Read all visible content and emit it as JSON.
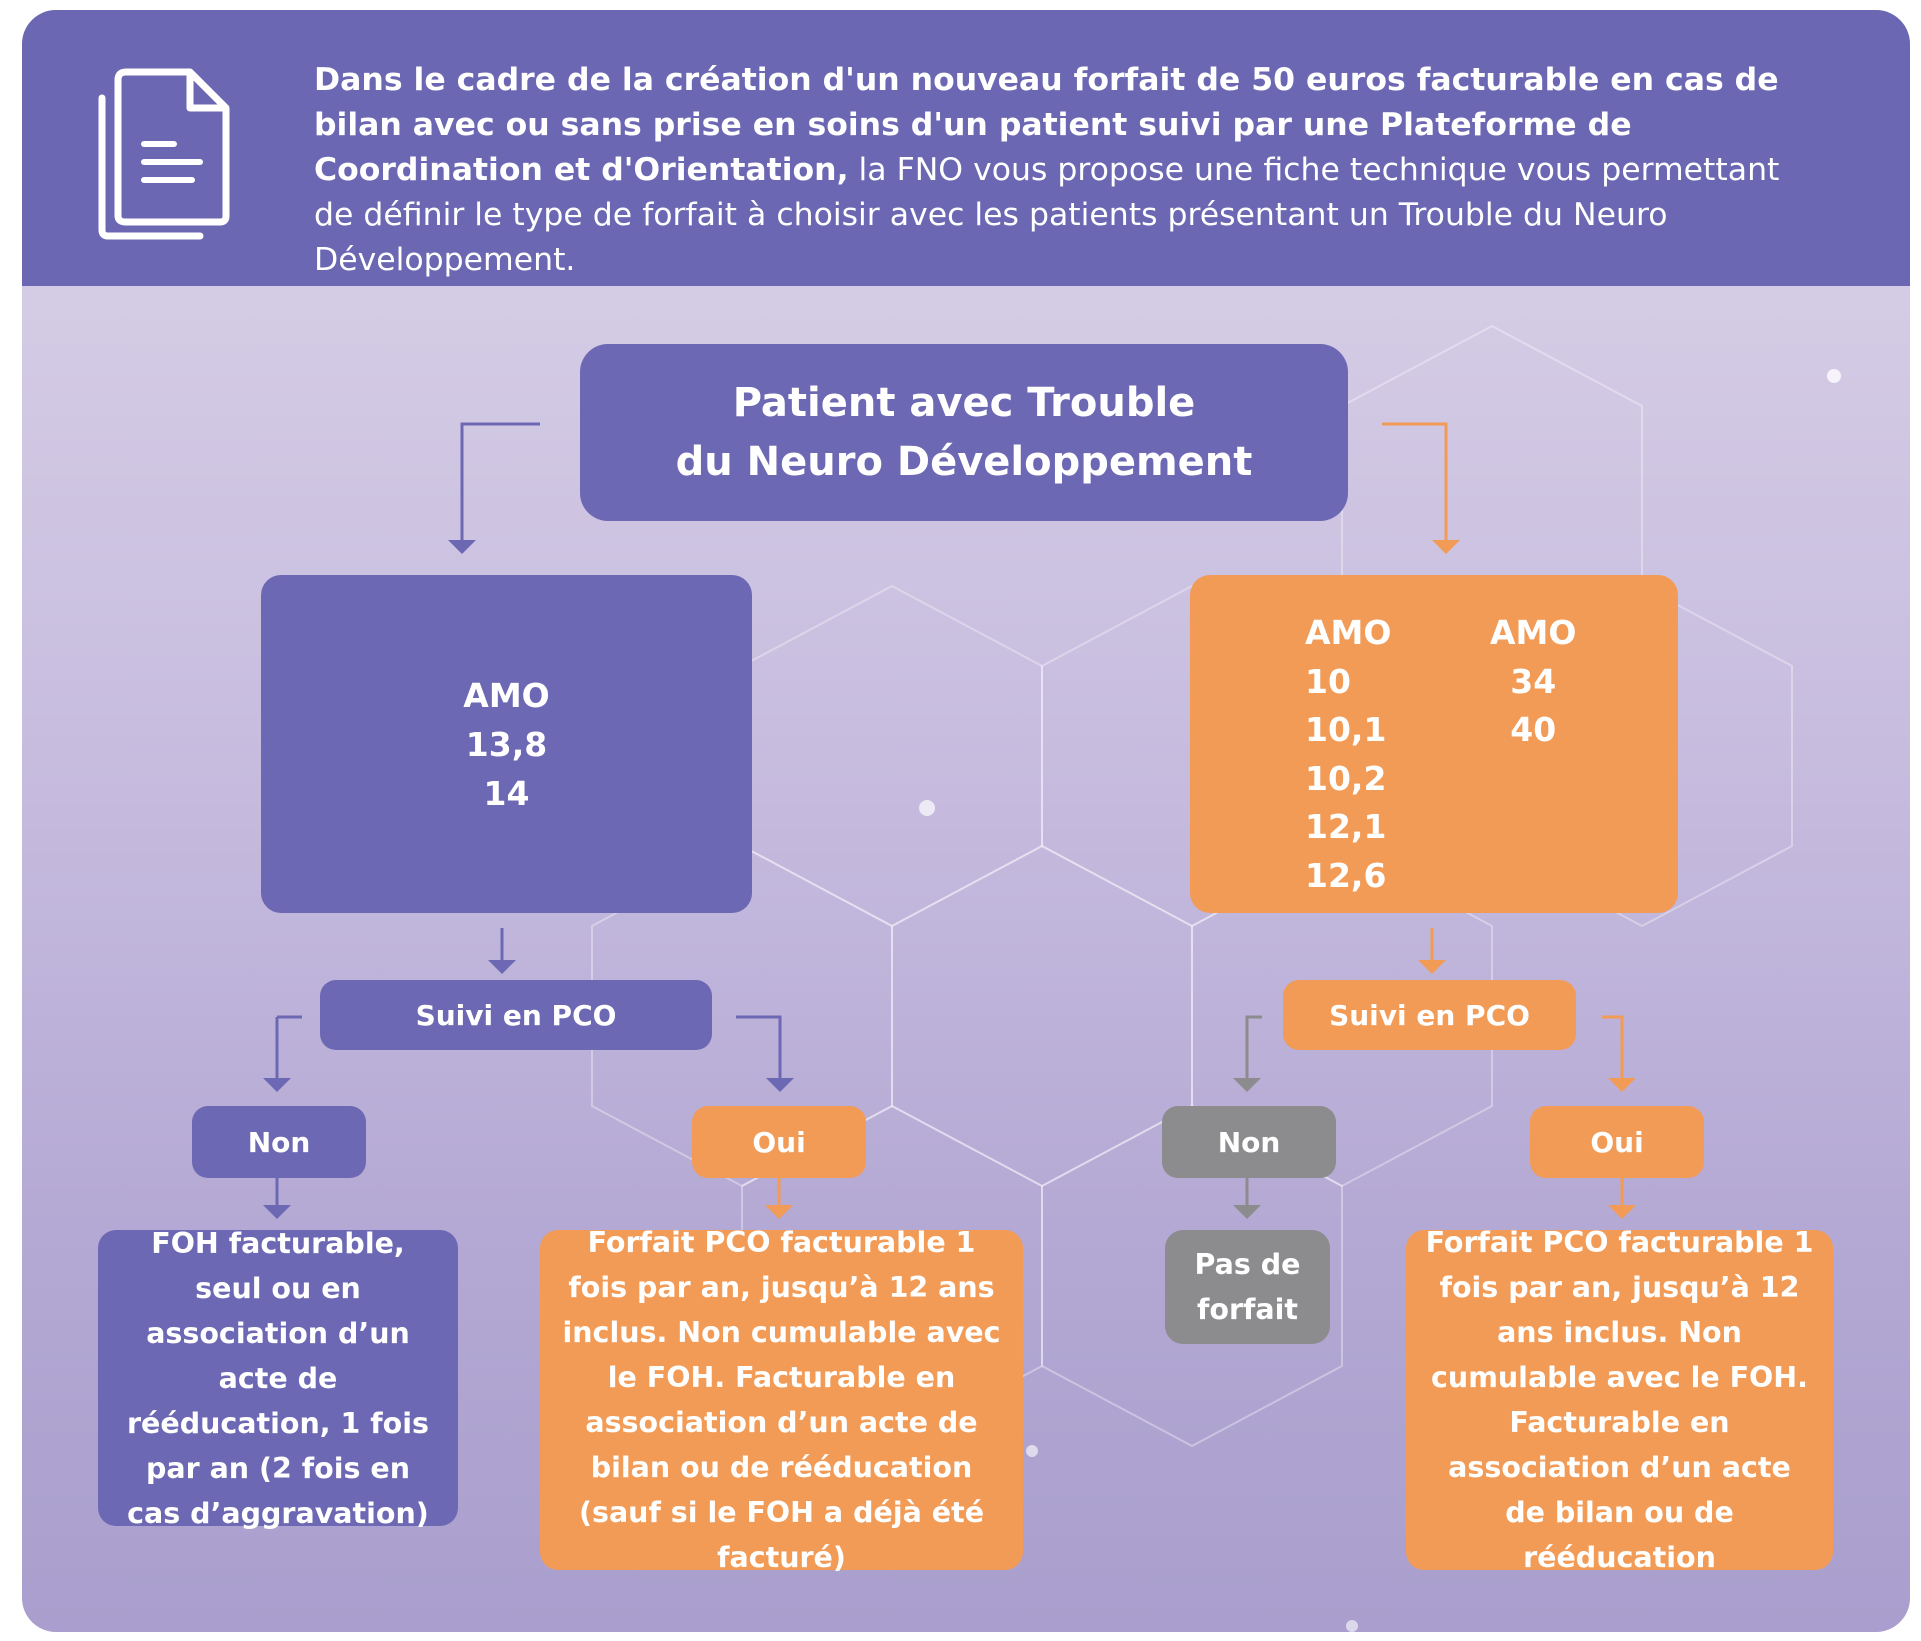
{
  "header": {
    "intro_bold": "Dans le cadre de la création d'un nouveau forfait de 50 euros facturable en cas de bilan avec ou sans prise en soins d'un patient suivi par une Plateforme de Coordination et d'Orientation,",
    "intro_regular": " la FNO vous propose une fiche technique vous permettant de définir le type de forfait à choisir avec les patients présentant un Trouble du Neuro Développement.",
    "icon": "document-icon"
  },
  "root": {
    "line1": "Patient avec Trouble",
    "line2": "du Neuro Développement"
  },
  "left": {
    "amo_title": "AMO",
    "amo_values": [
      "13,8",
      "14"
    ],
    "suivi_label": "Suivi en PCO",
    "non_label": "Non",
    "oui_label": "Oui",
    "non_result": "FOH facturable, seul ou en association d’un acte de rééducation, 1 fois par an (2 fois en cas d’aggravation)",
    "oui_result": "Forfait PCO facturable 1 fois par an, jusqu’à 12 ans inclus. Non cumulable avec le FOH. Facturable en association d’un acte de bilan ou de rééducation (sauf si le FOH a déjà été facturé)"
  },
  "right": {
    "amo_col1_title": "AMO",
    "amo_col1_values": [
      "10",
      "10,1",
      "10,2",
      "12,1",
      "12,6"
    ],
    "amo_col2_title": "AMO",
    "amo_col2_values": [
      "34",
      "40"
    ],
    "suivi_label": "Suivi en PCO",
    "non_label": "Non",
    "oui_label": "Oui",
    "non_result": "Pas de forfait",
    "oui_result": "Forfait PCO facturable 1 fois par an, jusqu’à 12 ans inclus. Non cumulable avec le FOH. Facturable en association d’un acte de bilan ou de rééducation"
  },
  "colors": {
    "purple": "#6d68b3",
    "header_purple": "#6b67b2",
    "orange": "#f29b57",
    "grey": "#8c8c8e"
  }
}
